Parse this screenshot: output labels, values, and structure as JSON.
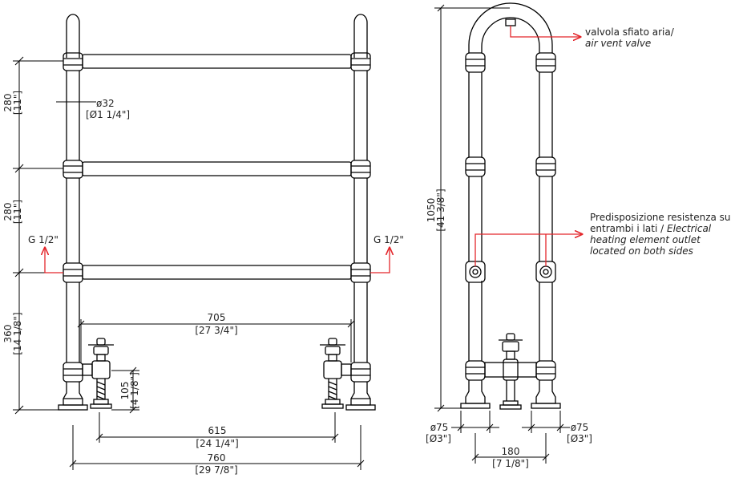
{
  "front_view": {
    "dim_height_top": {
      "mm": "280",
      "inch": "[11\"]"
    },
    "dim_height_middle": {
      "mm": "280",
      "inch": "[11\"]"
    },
    "dim_height_bottom": {
      "mm": "360",
      "inch": "[14 1/8\"]"
    },
    "dim_pipe_diameter": {
      "mm": "ø32",
      "inch": "[Ø1 1/4\"]"
    },
    "dim_inlet_width": {
      "mm": "705",
      "inch": "[27 3/4\"]"
    },
    "dim_valve_height": {
      "mm": "105",
      "inch": "[4 1/8\"]"
    },
    "dim_valve_spacing": {
      "mm": "615",
      "inch": "[24 1/4\"]"
    },
    "dim_total_width": {
      "mm": "760",
      "inch": "[29 7/8\"]"
    },
    "connection_left": "G 1/2\"",
    "connection_right": "G 1/2\""
  },
  "side_view": {
    "dim_total_height": {
      "mm": "1050",
      "inch": "[41 3/8\"]"
    },
    "dim_base_left": {
      "mm": "ø75",
      "inch": "[Ø3\"]"
    },
    "dim_base_right": {
      "mm": "ø75",
      "inch": "[Ø3\"]"
    },
    "dim_depth": {
      "mm": "180",
      "inch": "[7 1/8\"]"
    },
    "note_air_vent": {
      "it": "valvola sfiato aria/",
      "en": "air vent valve"
    },
    "note_heating": {
      "it_line1": "Predisposizione resistenza su",
      "it_line2": "entrambi i lati / ",
      "en_line2": "Electrical",
      "en_line3": "heating element outlet",
      "en_line4": "located on both sides"
    }
  },
  "colors": {
    "drawing": "#000000",
    "dimension": "#000000",
    "callout": "#e3262b"
  }
}
